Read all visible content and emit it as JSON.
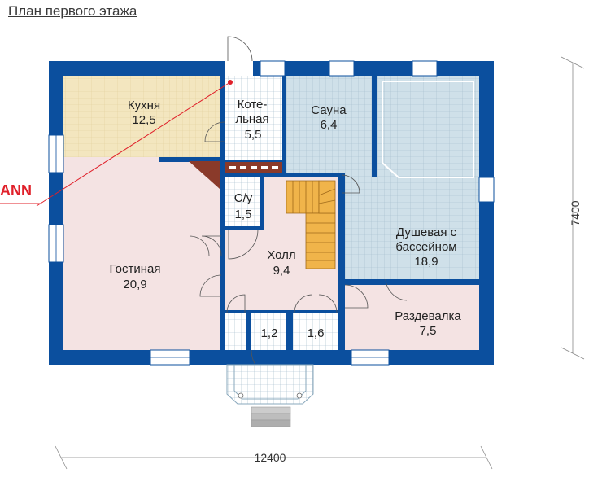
{
  "title": "План первого этажа",
  "rooms": {
    "kitchen": {
      "name": "Кухня",
      "area": "12,5"
    },
    "boiler": {
      "name1": "Коте-",
      "name2": "льная",
      "area": "5,5"
    },
    "sauna": {
      "name": "Сауна",
      "area": "6,4"
    },
    "wc": {
      "name": "С/у",
      "area": "1,5"
    },
    "hall": {
      "name": "Холл",
      "area": "9,4"
    },
    "shower": {
      "name1": "Душевая с",
      "name2": "бассейном",
      "area": "18,9"
    },
    "living": {
      "name": "Гостиная",
      "area": "20,9"
    },
    "small1": {
      "area": "1,2"
    },
    "small2": {
      "area": "1,6"
    },
    "dressing": {
      "name": "Раздевалка",
      "area": "7,5"
    }
  },
  "dimensions": {
    "width": "12400",
    "height": "7400"
  },
  "brand": "ANN",
  "colors": {
    "wall": "#0b4f9e",
    "kitchen": "#f3e6bf",
    "living": "#f4e3e3",
    "sauna": "#cfe0e9",
    "tile": "#ffffff",
    "stairs": "#f0b44a",
    "beam": "#8a3a2a"
  }
}
